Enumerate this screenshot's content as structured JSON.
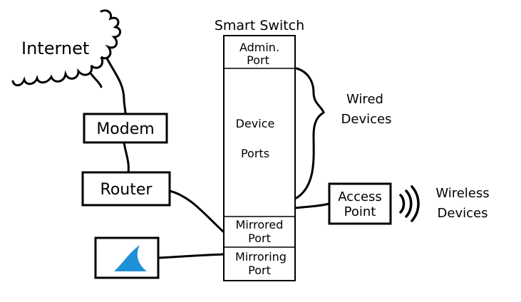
{
  "cloud": {
    "label": "Internet"
  },
  "modem": {
    "label": "Modem"
  },
  "router": {
    "label": "Router"
  },
  "wireshark": {
    "icon": "shark-fin-icon",
    "color": "#1e90d6"
  },
  "switch": {
    "title": "Smart Switch",
    "admin_port": [
      "Admin.",
      "Port"
    ],
    "device_ports": [
      "Device",
      "Ports"
    ],
    "mirrored_port": [
      "Mirrored",
      "Port"
    ],
    "mirroring_port": [
      "Mirroring",
      "Port"
    ]
  },
  "wired": [
    "Wired",
    "Devices"
  ],
  "access_point": [
    "Access",
    "Point"
  ],
  "wireless": [
    "Wireless",
    "Devices"
  ],
  "wireless_icon": "wifi-waves-icon"
}
